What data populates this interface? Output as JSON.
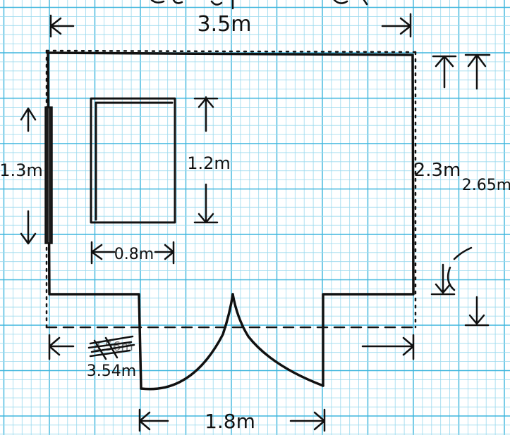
{
  "paper": {
    "background": "#ffffff",
    "grid_major_color": "#3fb6dd",
    "grid_minor_color": "#9ad9ee",
    "ink_color": "#111111"
  },
  "dimensions": {
    "width_outer": "3.5m",
    "bed_length": "1.2m",
    "bed_width": "0.8m",
    "wall_window": "1.3m",
    "depth_inner": "2.3m",
    "depth_outer": "2.65m",
    "width_inner_struck": "3.56m",
    "width_inner": "3.54m",
    "door_opening": "1.8m"
  }
}
